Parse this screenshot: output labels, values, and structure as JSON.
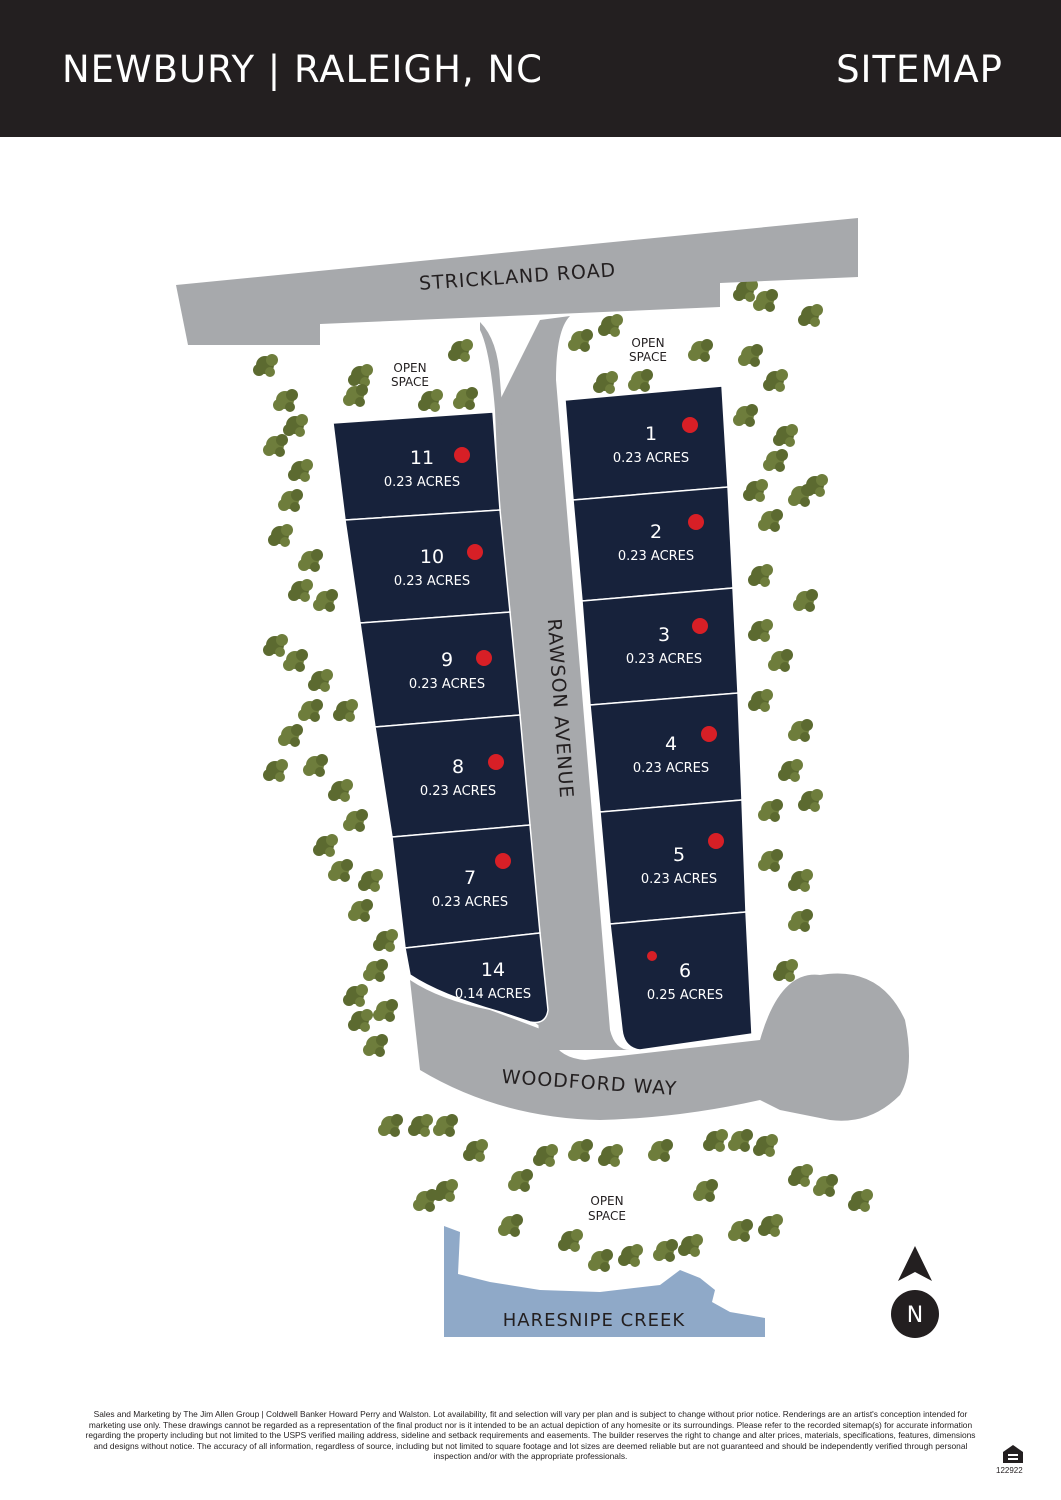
{
  "header": {
    "title": "NEWBURY | RALEIGH, NC",
    "right_label": "SITEMAP"
  },
  "roads": {
    "north": "STRICKLAND ROAD",
    "center": "RAWSON AVENUE",
    "south": "WOODFORD WAY"
  },
  "open_space": {
    "northwest": [
      "OPEN",
      "SPACE"
    ],
    "northeast": [
      "OPEN",
      "SPACE"
    ],
    "south": [
      "OPEN",
      "SPACE"
    ]
  },
  "creek": "HARESNIPE CREEK",
  "compass": "N",
  "lots": [
    {
      "number": "11",
      "acres": "0.23 ACRES",
      "available": true
    },
    {
      "number": "10",
      "acres": "0.23 ACRES",
      "available": true
    },
    {
      "number": "9",
      "acres": "0.23 ACRES",
      "available": true
    },
    {
      "number": "8",
      "acres": "0.23 ACRES",
      "available": true
    },
    {
      "number": "7",
      "acres": "0.23 ACRES",
      "available": true
    },
    {
      "number": "14",
      "acres": "0.14 ACRES",
      "available": false
    },
    {
      "number": "1",
      "acres": "0.23 ACRES",
      "available": true
    },
    {
      "number": "2",
      "acres": "0.23 ACRES",
      "available": true
    },
    {
      "number": "3",
      "acres": "0.23 ACRES",
      "available": true
    },
    {
      "number": "4",
      "acres": "0.23 ACRES",
      "available": true
    },
    {
      "number": "5",
      "acres": "0.23 ACRES",
      "available": true
    },
    {
      "number": "6",
      "acres": "0.25 ACRES",
      "available": true
    }
  ],
  "colors": {
    "header_bg": "#231f20",
    "lot_fill": "#17223b",
    "road": "#a7a9ac",
    "creek": "#8fa9c8",
    "tree": "#6e7d3c",
    "available_dot": "#d71f26"
  },
  "footer": {
    "disclaimer": "Sales and Marketing by The Jim Allen Group | Coldwell Banker Howard Perry and Walston. Lot availability, fit and selection will vary per plan and is subject to change without prior notice. Renderings are an artist's conception intended for marketing use only. These drawings cannot be regarded as a representation of the final product nor is it intended to be an actual depiction of any homesite or its surroundings. Please refer to the recorded sitemap(s) for accurate information regarding the property including but not limited to the USPS verified mailing address, sideline and setback requirements and easements. The builder reserves the right to change and alter prices, materials, specifications, features, dimensions and designs without notice. The accuracy of all information, regardless of source, including but not limited to square footage and lot sizes are deemed reliable but are not guaranteed and should be independently verified through personal inspection and/or with the appropriate professionals.",
    "code": "122922"
  }
}
